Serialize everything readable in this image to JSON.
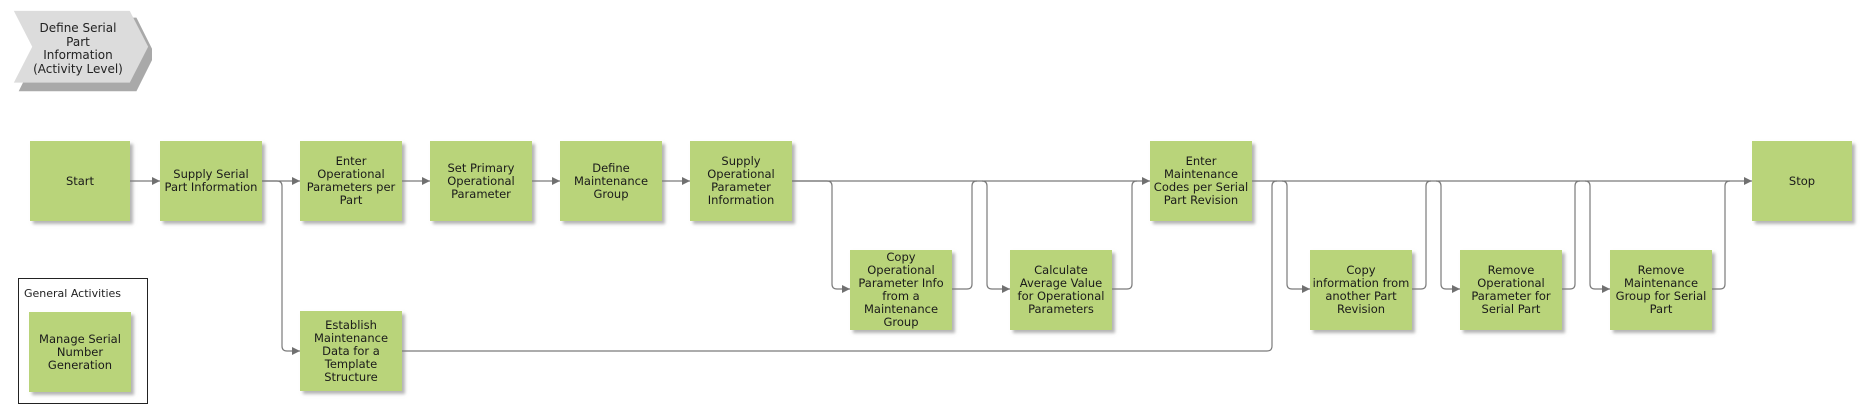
{
  "header": {
    "title": "Define Serial Part Information (Activity Level)"
  },
  "activities": {
    "start": "Start",
    "supply_serial": "Supply Serial Part Information",
    "enter_op_params": "Enter Operational Parameters per Part",
    "set_primary": "Set Primary Operational Parameter",
    "define_group": "Define Maintenance Group",
    "supply_op_info": "Supply Operational Parameter Information",
    "copy_op_info": "Copy Operational Parameter Info from a Maintenance Group",
    "calc_average": "Calculate Average Value for Operational Parameters",
    "enter_codes": "Enter Maintenance Codes per Serial Part Revision",
    "establish_template": "Establish Maintenance Data for a Template Structure",
    "copy_from_revision": "Copy information from another Part Revision",
    "remove_op_param": "Remove Operational Parameter for Serial Part",
    "remove_group": "Remove Maintenance Group for Serial Part",
    "stop": "Stop"
  },
  "legend": {
    "title": "General Activities",
    "items": [
      "Manage Serial Number Generation"
    ]
  }
}
